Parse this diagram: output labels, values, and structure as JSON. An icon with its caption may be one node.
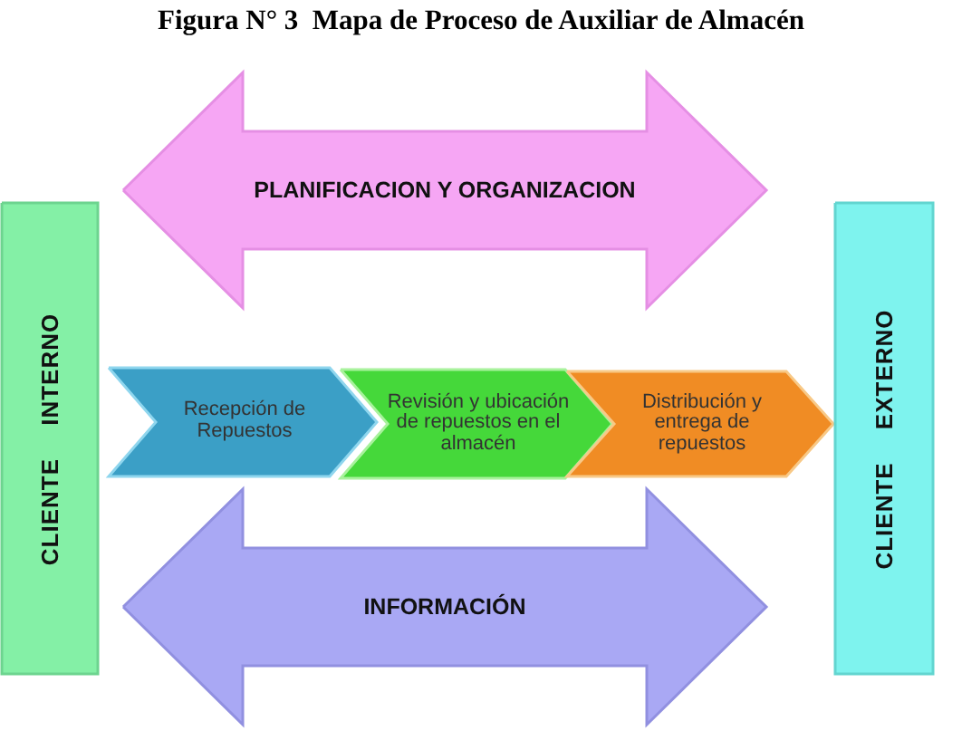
{
  "diagram": {
    "title": "Figura N° 3  Mapa de Proceso de Auxiliar de Almacén",
    "nodes": [
      {
        "text": [
          "PLANIFICACION Y ORGANIZACION"
        ]
      },
      {
        "text": [
          "CLIENTE INTERNO"
        ]
      },
      {
        "text": [
          "Recepción de Repuestos"
        ]
      },
      {
        "text": [
          "Revisión y ubicación de repuestos en el almacén"
        ]
      },
      {
        "text": [
          "Distribución y entrega de repuestos"
        ]
      },
      {
        "text": [
          "CLIENTE EXTERNO"
        ]
      },
      {
        "text": [
          "INFORMACIÓN"
        ]
      }
    ]
  }
}
